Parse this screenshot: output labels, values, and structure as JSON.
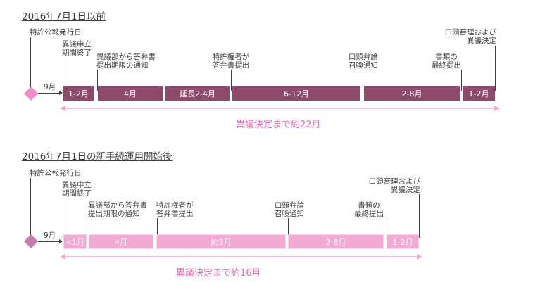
{
  "section1": {
    "title": "2016年7月1日以前",
    "labels": {
      "patent_issue": "特許公報発行日",
      "opposition_end": "異議申立\n期間終了",
      "notice_period": "異議部から答弁書\n提出期限の通知",
      "patentee_reply": "特許権者が\n答弁書提出",
      "oral_summons": "口頭弁論\n召喚通知",
      "final_submission": "書類の\n最終提出",
      "oral_decision": "口頭審理および\n異議決定",
      "months_9": "9月"
    },
    "segments": [
      "1-2月",
      "4月",
      "延長2-4月",
      "6-12月",
      "2-8月",
      "1-2月"
    ],
    "total": "異議決定まで約22月"
  },
  "section2": {
    "title": "2016年7月1日の新手続運用開始後",
    "labels": {
      "patent_issue": "特許公報発行日",
      "opposition_end": "異議申立\n期間終了",
      "notice_period": "異議部から答弁書\n提出期限の通知",
      "patentee_reply": "特許権者が\n答弁書提出",
      "oral_summons": "口頭弁論\n召喚通知",
      "final_submission": "書類の\n最終提出",
      "oral_decision": "口頭審理および\n異議決定",
      "months_9": "9月"
    },
    "segments": [
      "<1月",
      "4月",
      "約3月",
      "2-8月",
      "1-2月"
    ],
    "total": "異議決定まで約16月"
  },
  "colors": {
    "dark_bar": "#8e4a6b",
    "light_bar": "#f2a9d2",
    "diamond": "#f28cc8",
    "diamond_muted": "#c77ba6",
    "total_text": "#f06cb8"
  }
}
